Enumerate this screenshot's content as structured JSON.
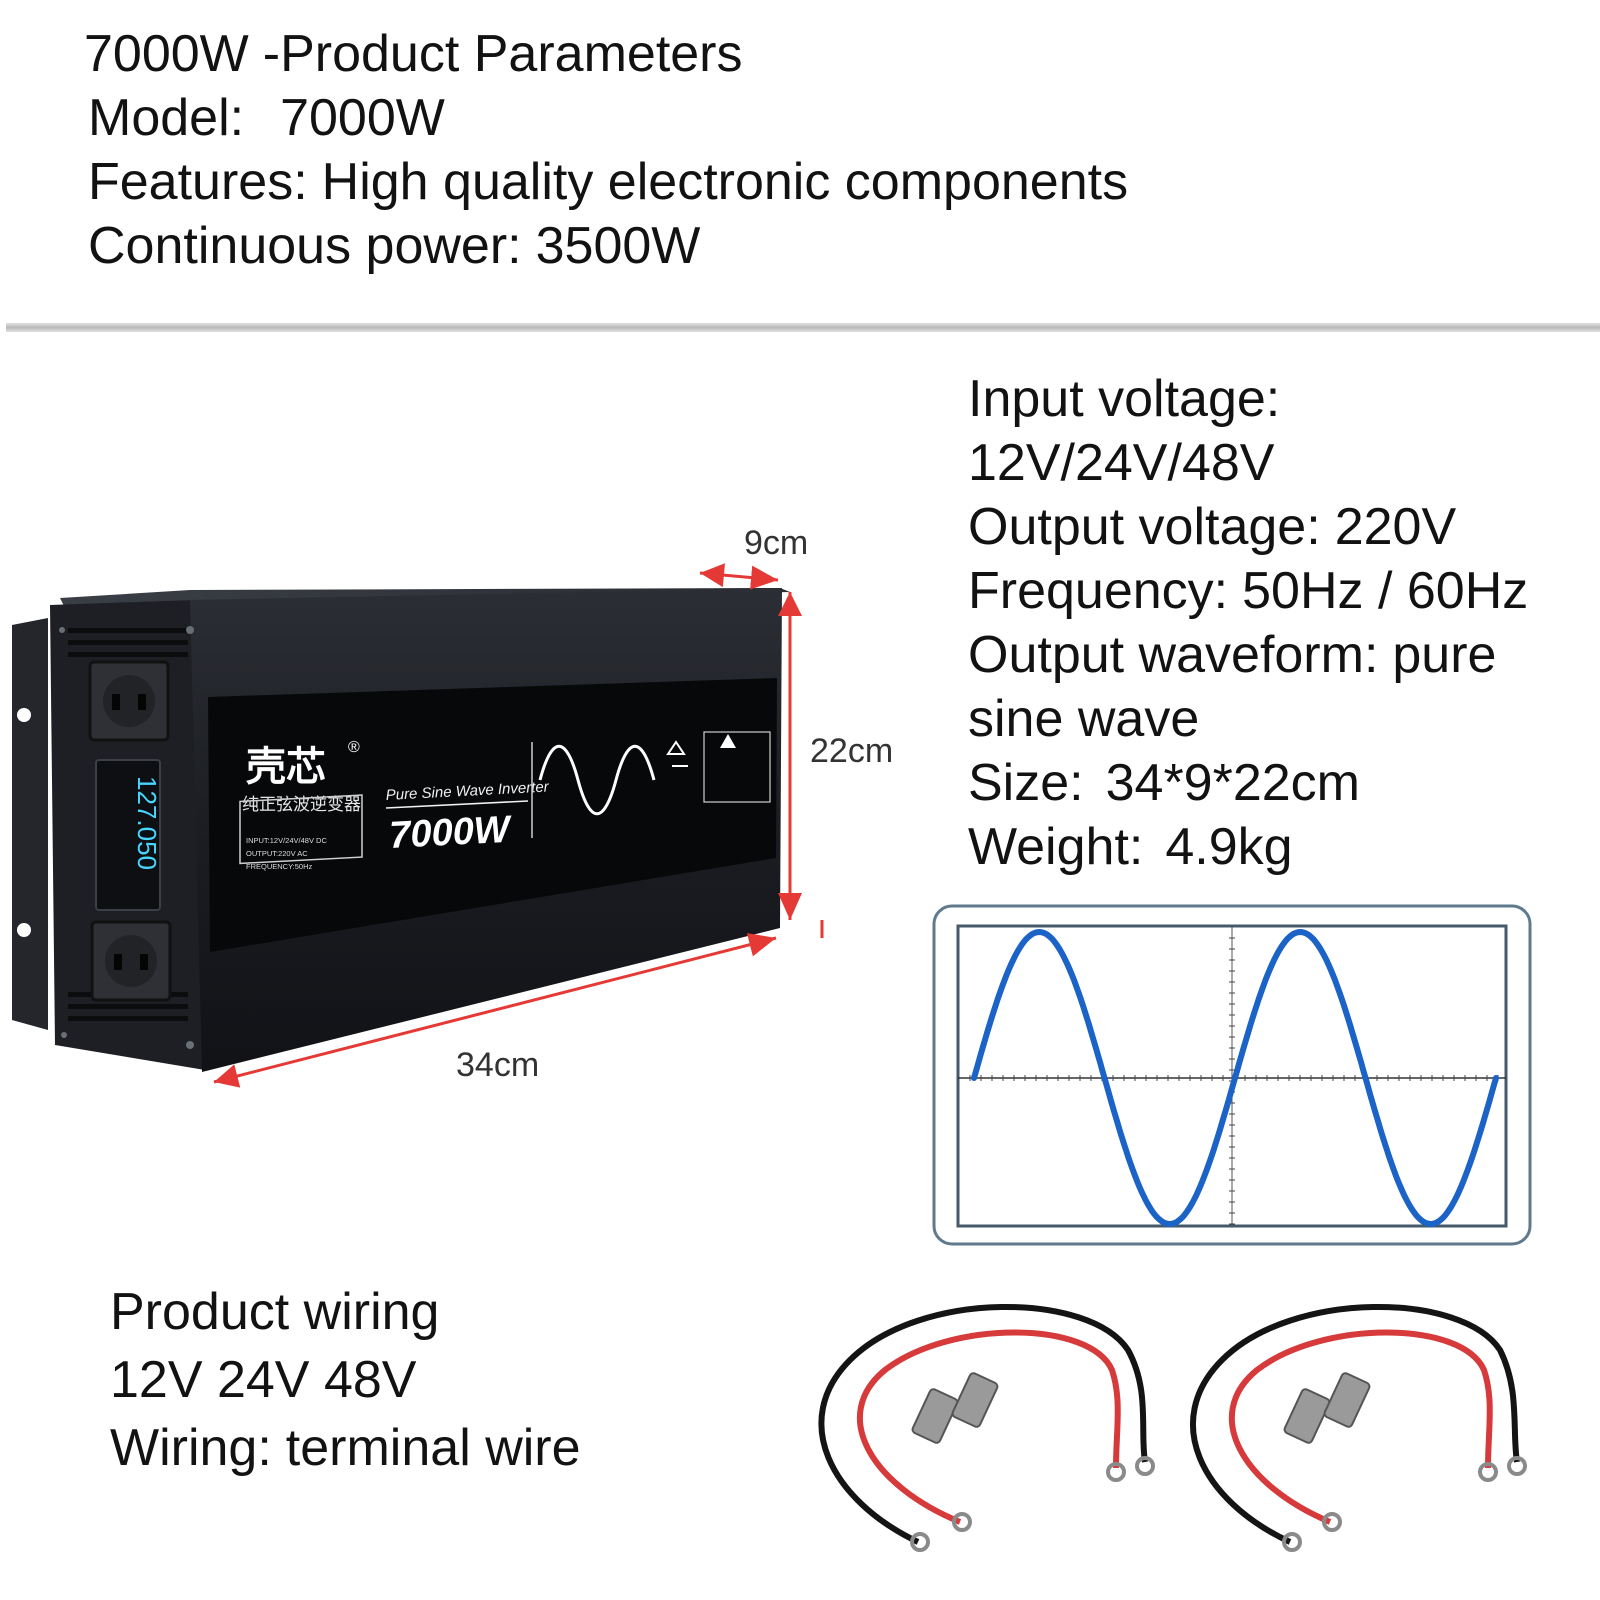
{
  "header": {
    "title_power": "7000W",
    "title_suffix": "-Product Parameters",
    "model_label": "Model:",
    "model_value": "7000W",
    "features_label": "Features:",
    "features_value": "High quality electronic components",
    "continuous_label": "Continuous power:",
    "continuous_value": "3500W"
  },
  "specs": {
    "input_label": "Input voltage:",
    "input_value": "12V/24V/48V",
    "output_label": "Output voltage:",
    "output_value": "220V",
    "frequency_label": "Frequency:",
    "frequency_value": "50Hz / 60Hz",
    "waveform_label": "Output waveform:",
    "waveform_value_1": "pure",
    "waveform_value_2": "sine wave",
    "size_label": "Size:",
    "size_value": "34*9*22cm",
    "weight_label": "Weight:",
    "weight_value": "4.9kg"
  },
  "dimensions": {
    "depth": "9cm",
    "height": "22cm",
    "length": "34cm"
  },
  "product_panel": {
    "brand": "壳芯",
    "registered_mark": "®",
    "brand_sub": "纯正弦波逆变器",
    "wave_label": "Pure Sine Wave Inverter",
    "power_label": "7000W",
    "spec_line_1": "INPUT:12V/24V/48V DC",
    "spec_line_2": "OUTPUT:220V AC",
    "spec_line_3": "FREQUENCY:50Hz",
    "lcd_value": "127.050"
  },
  "wiring": {
    "title": "Product wiring",
    "voltages": "12V 24V 48V",
    "type_label": "Wiring:",
    "type_value": "terminal wire"
  },
  "colors": {
    "dimension_arrow": "#e53935",
    "sine_wave": "#1b63c6",
    "inverter_body": "#1b1d22",
    "cable_red": "#d63a3a",
    "cable_black": "#141414"
  }
}
